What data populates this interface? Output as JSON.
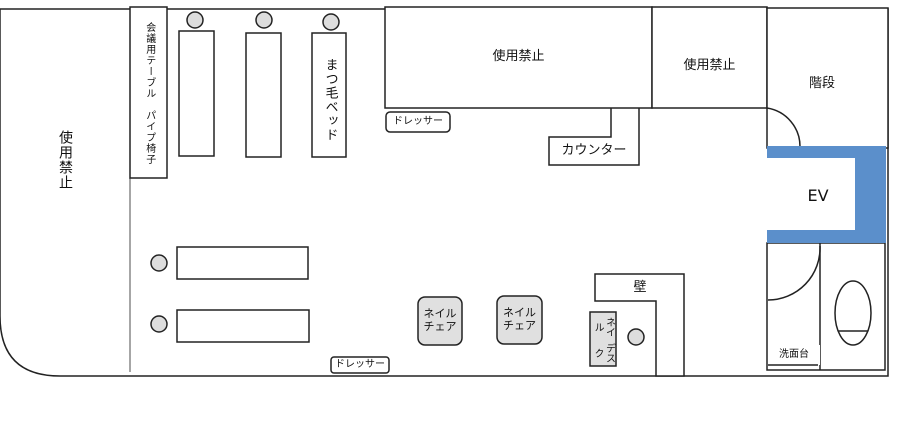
{
  "rooms": {
    "left_prohibited": "使用禁止",
    "top_prohibited_1": "使用禁止",
    "top_prohibited_2": "使用禁止",
    "stairs": "階段",
    "elevator": "EV",
    "wash_basin": "洗面台"
  },
  "furniture": {
    "meeting_table": "会議用テーブル　パイプ椅子",
    "eyelash_bed": "まつ毛ベッド",
    "dresser_top": "ドレッサー",
    "dresser_bottom": "ドレッサー",
    "counter": "カウンター",
    "nail_chair_1": "ネイルチェア",
    "nail_chair_1_line1": "ネイル",
    "nail_chair_1_line2": "チェア",
    "nail_chair_2_line1": "ネイル",
    "nail_chair_2_line2": "チェア",
    "wall": "壁",
    "nail_desk_col1": "ネイル",
    "nail_desk_col2": "デスク"
  },
  "colors": {
    "elevator_frame": "#5b8fcb",
    "chair_fill": "#e0e0e0",
    "line": "#222222"
  }
}
